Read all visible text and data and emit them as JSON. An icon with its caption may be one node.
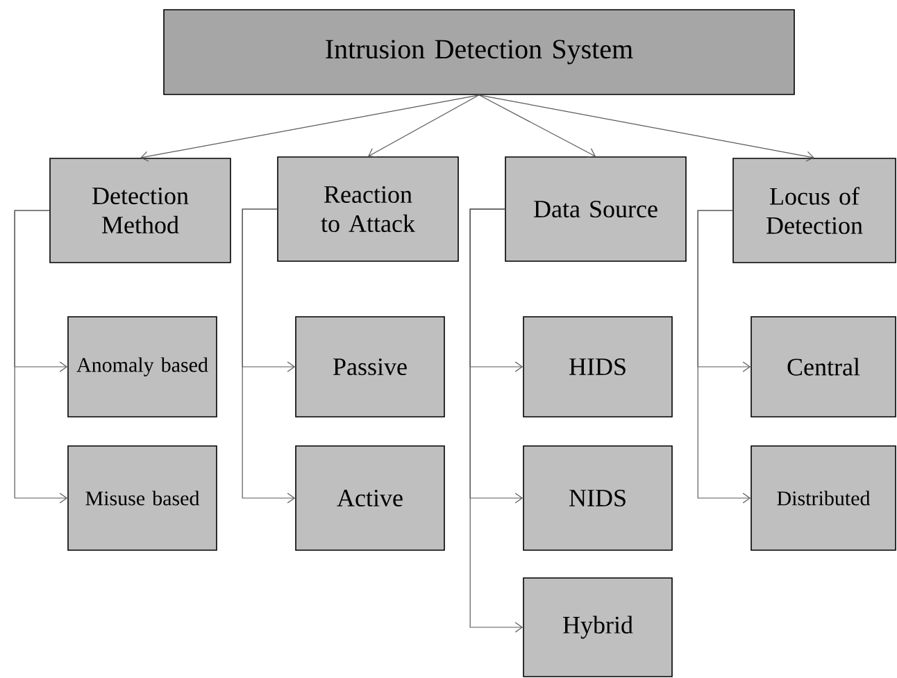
{
  "diagram": {
    "nodes": [
      {
        "text": [
          "Intrusion Detection System"
        ]
      },
      {
        "text": [
          "Detection Method"
        ]
      },
      {
        "text": [
          "Anomaly based"
        ]
      },
      {
        "text": [
          "Misuse based"
        ]
      },
      {
        "text": [
          "Reaction to Attack"
        ]
      },
      {
        "text": [
          "Passive"
        ]
      },
      {
        "text": [
          "Active"
        ]
      },
      {
        "text": [
          "Data Source"
        ]
      },
      {
        "text": [
          "HIDS"
        ]
      },
      {
        "text": [
          "NIDS"
        ]
      },
      {
        "text": [
          "Hybrid"
        ]
      },
      {
        "text": [
          "Locus of Detection"
        ]
      },
      {
        "text": [
          "Central"
        ]
      },
      {
        "text": [
          "Distributed"
        ]
      }
    ],
    "edges": [
      {
        "from": 0,
        "to": 1,
        "arrow": "to"
      },
      {
        "from": 0,
        "to": 4,
        "arrow": "to"
      },
      {
        "from": 0,
        "to": 7,
        "arrow": "to"
      },
      {
        "from": 0,
        "to": 11,
        "arrow": "to"
      },
      {
        "from": 1,
        "to": 2,
        "arrow": "to"
      },
      {
        "from": 1,
        "to": 3,
        "arrow": "to"
      },
      {
        "from": 4,
        "to": 5,
        "arrow": "to"
      },
      {
        "from": 4,
        "to": 6,
        "arrow": "to"
      },
      {
        "from": 7,
        "to": 8,
        "arrow": "to"
      },
      {
        "from": 7,
        "to": 9,
        "arrow": "to"
      },
      {
        "from": 7,
        "to": 10,
        "arrow": "to"
      },
      {
        "from": 11,
        "to": 12,
        "arrow": "to"
      },
      {
        "from": 11,
        "to": 13,
        "arrow": "to"
      }
    ]
  }
}
